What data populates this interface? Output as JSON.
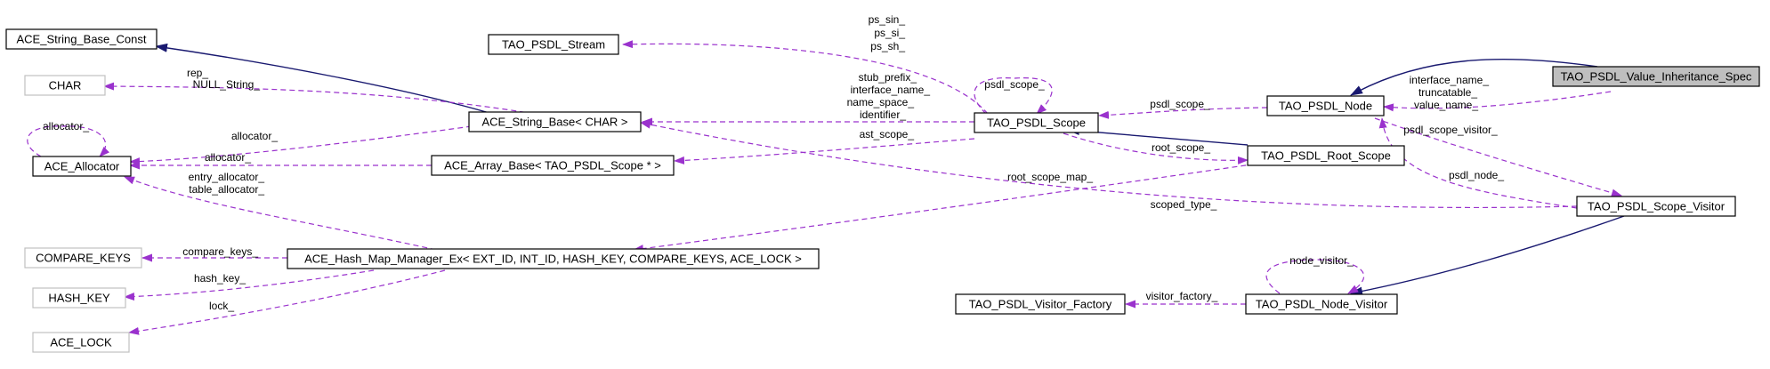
{
  "colors": {
    "inherit": "#191970",
    "usage": "#9a32cd",
    "focus_fill": "#bfbfbf",
    "gray_border": "#c0c0c0"
  },
  "nodes": [
    {
      "id": "string_base_const",
      "label": "ACE_String_Base_Const"
    },
    {
      "id": "char",
      "label": "CHAR"
    },
    {
      "id": "allocator",
      "label": "ACE_Allocator"
    },
    {
      "id": "compare_keys",
      "label": "COMPARE_KEYS"
    },
    {
      "id": "hash_key",
      "label": "HASH_KEY"
    },
    {
      "id": "ace_lock",
      "label": "ACE_LOCK"
    },
    {
      "id": "psdl_stream",
      "label": "TAO_PSDL_Stream"
    },
    {
      "id": "string_base",
      "label": "ACE_String_Base< CHAR >"
    },
    {
      "id": "array_base",
      "label": "ACE_Array_Base< TAO_PSDL_Scope * >"
    },
    {
      "id": "hash_map",
      "label": "ACE_Hash_Map_Manager_Ex< EXT_ID, INT_ID, HASH_KEY, COMPARE_KEYS, ACE_LOCK >"
    },
    {
      "id": "psdl_scope",
      "label": "TAO_PSDL_Scope"
    },
    {
      "id": "psdl_node",
      "label": "TAO_PSDL_Node"
    },
    {
      "id": "root_scope",
      "label": "TAO_PSDL_Root_Scope"
    },
    {
      "id": "visitor_factory",
      "label": "TAO_PSDL_Visitor_Factory"
    },
    {
      "id": "node_visitor",
      "label": "TAO_PSDL_Node_Visitor"
    },
    {
      "id": "scope_visitor",
      "label": "TAO_PSDL_Scope_Visitor"
    },
    {
      "id": "value_inheritance_spec",
      "label": "TAO_PSDL_Value_Inheritance_Spec"
    }
  ],
  "edge_labels": {
    "rep": "rep_",
    "null_string": "NULL_String_",
    "allocator_self": "allocator_",
    "allocator_sb": "allocator_",
    "allocator_ab": "allocator_",
    "entry_allocator": "entry_allocator_",
    "table_allocator": "table_allocator_",
    "compare_keys": "compare_keys_",
    "hash_key": "hash_key_",
    "lock": "lock_",
    "ps_sin": "ps_sin_",
    "ps_si": "ps_si_",
    "ps_sh": "ps_sh_",
    "stub_prefix": "stub_prefix_",
    "interface_name_scope": "interface_name_",
    "name_space": "name_space_",
    "identifier": "identifier_",
    "psdl_scope_self": "psdl_scope_",
    "ast_scope": "ast_scope_",
    "psdl_scope_node": "psdl_scope_",
    "root_scope": "root_scope_",
    "root_scope_map": "root_scope_map_",
    "scoped_type": "scoped_type_",
    "interface_name_vis": "interface_name_",
    "truncatable": "truncatable_",
    "value_name": "value_name_",
    "psdl_scope_visitor": "psdl_scope_visitor_",
    "psdl_node": "psdl_node_",
    "node_visitor": "node_visitor_",
    "visitor_factory": "visitor_factory_"
  }
}
